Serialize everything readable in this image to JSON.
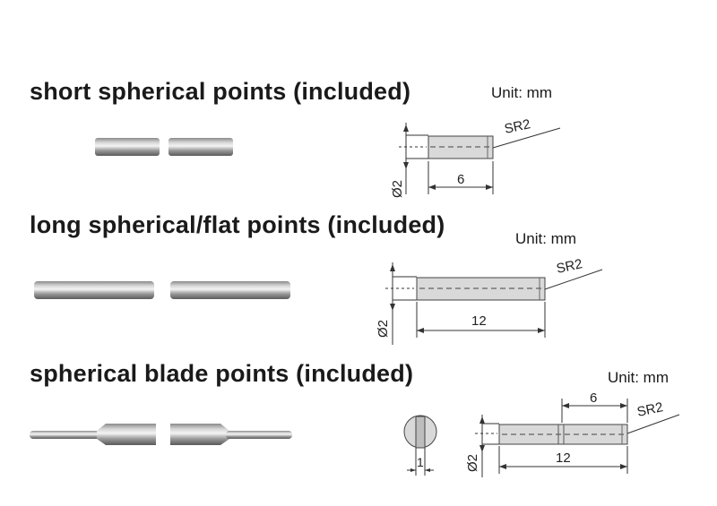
{
  "sections": [
    {
      "title": "short spherical points (included)",
      "unit": "Unit: mm",
      "drawing": {
        "diameter_label": "Ø2",
        "length_label": "6",
        "radius_label": "SR2"
      }
    },
    {
      "title": "long spherical/flat points (included)",
      "unit": "Unit: mm",
      "drawing": {
        "diameter_label": "Ø2",
        "length_label": "12",
        "radius_label": "SR2"
      }
    },
    {
      "title": "spherical blade points (included)",
      "unit": "Unit: mm",
      "drawing": {
        "diameter_label": "Ø2",
        "length_label": "12",
        "partial_length_label": "6",
        "radius_label": "SR2",
        "blade_thickness_label": "1"
      }
    }
  ],
  "colors": {
    "text": "#1a1a1a",
    "pin_dark": "#6e6e6e",
    "pin_light": "#e8e8e8",
    "drawing_fill": "#d9d9d9"
  }
}
